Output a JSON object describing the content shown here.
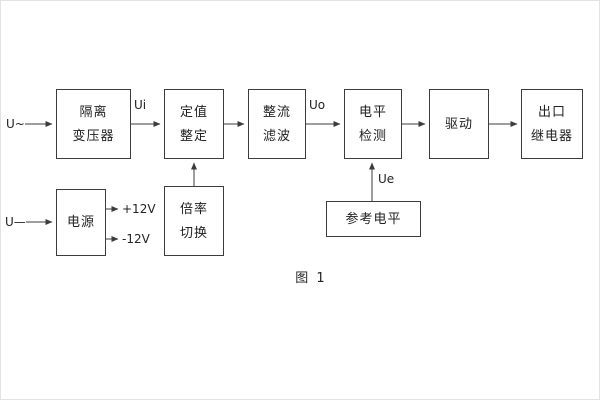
{
  "labels": {
    "input_ac": "U~",
    "input_dc": "U—",
    "ui": "Ui",
    "uo": "Uo",
    "ue": "Ue",
    "plus12v": "+12V",
    "minus12v": "-12V",
    "caption": "图 1"
  },
  "blocks": {
    "isolation_transformer": {
      "line1": "隔离",
      "line2": "变压器"
    },
    "value_setting": {
      "line1": "定值",
      "line2": "整定"
    },
    "rectify_filter": {
      "line1": "整流",
      "line2": "滤波"
    },
    "level_detect": {
      "line1": "电平",
      "line2": "检测"
    },
    "drive": {
      "label": "驱动"
    },
    "outlet_relay": {
      "line1": "出口",
      "line2": "继电器"
    },
    "power": {
      "label": "电源"
    },
    "ratio_switch": {
      "line1": "倍率",
      "line2": "切换"
    },
    "reference_level": {
      "label": "参考电平"
    }
  },
  "colors": {
    "line": "#3c3c3c",
    "background": "#ffffff"
  }
}
